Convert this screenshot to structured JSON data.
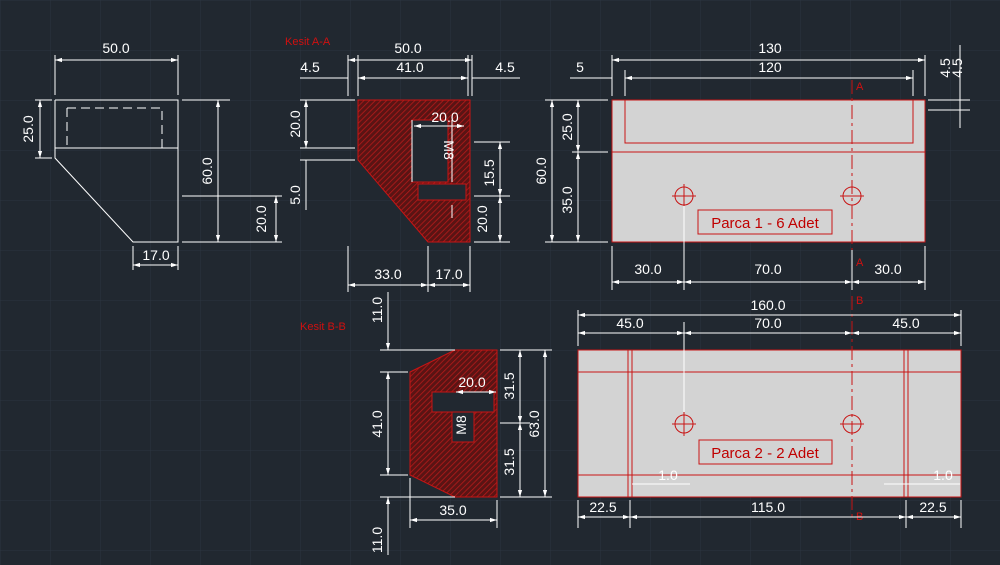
{
  "labels": {
    "section_aa": "Kesit A-A",
    "section_bb": "Kesit B-B",
    "part1": "Parca 1 - 6 Adet",
    "part2": "Parca 2 - 2 Adet",
    "thread": "M8",
    "sec_a": "A",
    "sec_b": "B"
  },
  "dims": {
    "v1_width": "50.0",
    "v1_height_top": "25.0",
    "v1_height": "60.0",
    "v1_lower": "20.0",
    "v1_bottom": "17.0",
    "v2_offset_left": "4.5",
    "v2_width": "50.0",
    "v2_inner": "41.0",
    "v2_offset_right": "4.5",
    "v2_top_height": "20.0",
    "v2_slot_width": "20.0",
    "v2_gap": "5.0",
    "v2_right_mid": "15.5",
    "v2_right_low": "20.0",
    "v2_base": "33.0",
    "v2_base_right": "17.0",
    "v3_total": "130",
    "v3_inner": "120",
    "v3_edge": "5",
    "v3_right_a": "4.5",
    "v3_right_b": "4.5",
    "v3_h_top": "25.0",
    "v3_h_total": "60.0",
    "v3_h_low": "35.0",
    "v3_b1": "30.0",
    "v3_b2": "70.0",
    "v3_b3": "30.0",
    "v4_offset_top": "11.0",
    "v4_offset_bottom": "11.0",
    "v4_height": "41.0",
    "v4_slot": "20.0",
    "v4_upper": "31.5",
    "v4_total": "63.0",
    "v4_lower": "31.5",
    "v4_base": "35.0",
    "v5_total": "160.0",
    "v5_t1": "45.0",
    "v5_t2": "70.0",
    "v5_t3": "45.0",
    "v5_gap_l": "1.0",
    "v5_gap_r": "1.0",
    "v5_b1": "22.5",
    "v5_b2": "115.0",
    "v5_b3": "22.5"
  }
}
